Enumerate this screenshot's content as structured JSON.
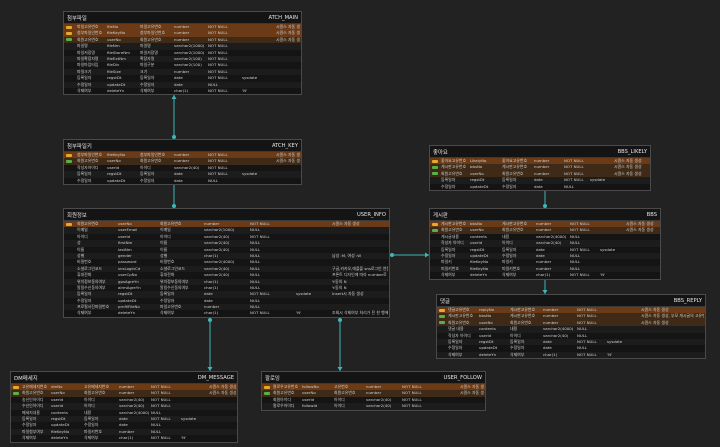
{
  "colors": {
    "background": "#222222",
    "pk_row": "#6b3b17",
    "pk_key_icon": "#e8a928",
    "fk_key_icon": "#58b04a",
    "connector": "#3fb6b6"
  },
  "entities": [
    {
      "id": "atch_main",
      "logical": "첨부파일",
      "physical": "ATCH_MAIN",
      "rows": [
        {
          "k": "pk",
          "l": "파일고유번호",
          "p": "fileNo",
          "d": "파일고유번호",
          "t": "number",
          "n": "NOT NULL",
          "x": "",
          "c": "시퀀스 자동 생성"
        },
        {
          "k": "pk",
          "l": "첨부파일인번호",
          "p": "fileKeyNo",
          "d": "첨부파일인번호",
          "t": "number",
          "n": "NOT NULL",
          "x": "",
          "c": "시퀀스 자동 생성"
        },
        {
          "k": "fk",
          "l": "회원고유번호",
          "p": "userNo",
          "d": "회원고유번호",
          "t": "number",
          "n": "NOT NULL",
          "x": "",
          "c": "시퀀스 자동 생성"
        },
        {
          "k": "",
          "l": "파일명",
          "p": "fileNm",
          "d": "파일명",
          "t": "varchar2(1000)",
          "n": "NOT NULL",
          "x": "",
          "c": ""
        },
        {
          "k": "",
          "l": "파일저장명",
          "p": "fileStoreNm",
          "d": "파일저장명",
          "t": "varchar2(1000)",
          "n": "NOT NULL",
          "x": "",
          "c": ""
        },
        {
          "k": "",
          "l": "파일확장자명",
          "p": "fileExtNm",
          "d": "확장자명",
          "t": "varchar2(100)",
          "n": "NOT NULL",
          "x": "",
          "c": ""
        },
        {
          "k": "",
          "l": "파일마임타입",
          "p": "fileDiv",
          "d": "파일구분",
          "t": "varchar2(100)",
          "n": "NOT NULL",
          "x": "",
          "c": ""
        },
        {
          "k": "",
          "l": "파일크기",
          "p": "fileSize",
          "d": "크기",
          "t": "number",
          "n": "NOT NULL",
          "x": "",
          "c": ""
        },
        {
          "k": "",
          "l": "등록일자",
          "p": "regstDt",
          "d": "등록일자",
          "t": "date",
          "n": "NOT NULL",
          "x": "sysdate",
          "c": ""
        },
        {
          "k": "",
          "l": "수정일자",
          "p": "updateDt",
          "d": "수정일자",
          "t": "date",
          "n": "NULL",
          "x": "",
          "c": ""
        },
        {
          "k": "",
          "l": "삭제여부",
          "p": "deleteYn",
          "d": "삭제여부",
          "t": "char(1)",
          "n": "NOT NULL",
          "x": "'N'",
          "c": ""
        }
      ]
    },
    {
      "id": "atch_key",
      "logical": "첨부파일키",
      "physical": "ATCH_KEY",
      "rows": [
        {
          "k": "pk",
          "l": "첨부파일인번호",
          "p": "fileKeyNo",
          "d": "첨부파일인번호",
          "t": "number",
          "n": "NOT NULL",
          "x": "",
          "c": "시퀀스 자동 생성"
        },
        {
          "k": "fk",
          "l": "회원고유번호",
          "p": "userNo",
          "d": "회원고유번호",
          "t": "number",
          "n": "NOT NULL",
          "x": "",
          "c": "시퀀스 자동 생성"
        },
        {
          "k": "",
          "l": "작성자아이디",
          "p": "userId",
          "d": "아이디",
          "t": "varchar2(40)",
          "n": "NOT NULL",
          "x": "",
          "c": ""
        },
        {
          "k": "",
          "l": "등록일자",
          "p": "regstDt",
          "d": "등록일자",
          "t": "date",
          "n": "NOT NULL",
          "x": "sysdate",
          "c": ""
        },
        {
          "k": "",
          "l": "수정일자",
          "p": "updateDt",
          "d": "수정일자",
          "t": "date",
          "n": "NULL",
          "x": "",
          "c": ""
        }
      ]
    },
    {
      "id": "user_info",
      "logical": "회원정보",
      "physical": "USER_INFO",
      "rows": [
        {
          "k": "pk",
          "l": "회원고유번호",
          "p": "userNo",
          "d": "회원고유번호",
          "t": "number",
          "n": "NOT NULL",
          "x": "",
          "c": "시퀀스 자동 생성"
        },
        {
          "k": "",
          "l": "이메일",
          "p": "userEmail",
          "d": "이메일",
          "t": "varchar2(1000)",
          "n": "NULL",
          "x": "",
          "c": ""
        },
        {
          "k": "",
          "l": "아이디",
          "p": "userId",
          "d": "아이디",
          "t": "varchar2(40)",
          "n": "NOT NULL",
          "x": "",
          "c": ""
        },
        {
          "k": "",
          "l": "성",
          "p": "firstNm",
          "d": "이름",
          "t": "varchar2(40)",
          "n": "NULL",
          "x": "",
          "c": ""
        },
        {
          "k": "",
          "l": "이름",
          "p": "lastNm",
          "d": "이름",
          "t": "varchar2(40)",
          "n": "NULL",
          "x": "",
          "c": ""
        },
        {
          "k": "",
          "l": "성별",
          "p": "gender",
          "d": "성별",
          "t": "char(1)",
          "n": "NULL",
          "x": "",
          "c": "남성 :M, 여성 :W"
        },
        {
          "k": "",
          "l": "비밀번호",
          "p": "password",
          "d": "비밀번호",
          "t": "varchar2(4000)",
          "n": "NULL",
          "x": "",
          "c": ""
        },
        {
          "k": "",
          "l": "소셜로그인코드",
          "p": "snsLoginCd",
          "d": "소셜로그인코드",
          "t": "varchar2(40)",
          "n": "NULL",
          "x": "",
          "c": "구글,카카오,애플을 sns로그인 연동시킬 예정임(cd 키값)"
        },
        {
          "k": "",
          "l": "휴대전화",
          "p": "userCpNo",
          "d": "휴대전화",
          "t": "varchar2(40)",
          "n": "NULL",
          "x": "",
          "c": "프론트 디자인에 따라 number로 바뀔 수 있음"
        },
        {
          "k": "",
          "l": "위치정보동의여부",
          "p": "gpsAgreYn",
          "d": "위치정보동의여부",
          "t": "char(1)",
          "n": "NULL",
          "x": "",
          "c": "Y:동의 N"
        },
        {
          "k": "",
          "l": "알림수신동의여부",
          "p": "alrmAgreYn",
          "d": "알림수신동의여부",
          "t": "char(1)",
          "n": "NULL",
          "x": "",
          "c": "Y:동의 N"
        },
        {
          "k": "",
          "l": "등록일자",
          "p": "regstDt",
          "d": "등록일자",
          "t": "date",
          "n": "NOT NULL",
          "x": "sysdate",
          "c": "Insert시 자동 생성"
        },
        {
          "k": "",
          "l": "수정일자",
          "p": "updateDt",
          "d": "수정일자",
          "t": "date",
          "n": "NULL",
          "x": "",
          "c": ""
        },
        {
          "k": "",
          "l": "프로필사진파일번호",
          "p": "prnfilFileNo",
          "d": "파일고유번호",
          "t": "number",
          "n": "NULL",
          "x": "",
          "c": ""
        },
        {
          "k": "",
          "l": "삭제여부",
          "p": "deleteYn",
          "d": "삭제여부",
          "t": "char(1)",
          "n": "NOT NULL",
          "x": "'N'",
          "c": "조회시 삭제여부 처리가 된 한 행에 대한 가져오도록 처리"
        }
      ]
    },
    {
      "id": "bbs_likely",
      "logical": "좋아요",
      "physical": "BBS_LIKELY",
      "rows": [
        {
          "k": "pk",
          "l": "좋아요고유번호",
          "p": "LikelyNo",
          "d": "좋아요고유번호",
          "t": "number",
          "n": "NOT NULL",
          "x": "",
          "c": "시퀀스 자동 생성"
        },
        {
          "k": "fk",
          "l": "게시판고유번호",
          "p": "bbsNo",
          "d": "게시판고유번호",
          "t": "number",
          "n": "NOT NULL",
          "x": "",
          "c": "시퀀스 자동 생성"
        },
        {
          "k": "fk",
          "l": "회원고유번호",
          "p": "userNo",
          "d": "회원고유번호",
          "t": "number",
          "n": "NOT NULL",
          "x": "",
          "c": "시퀀스 자동 생성"
        },
        {
          "k": "",
          "l": "등록일자",
          "p": "regstDt",
          "d": "등록일자",
          "t": "date",
          "n": "NOT NULL",
          "x": "sysdate",
          "c": ""
        },
        {
          "k": "",
          "l": "수정일자",
          "p": "updateDt",
          "d": "수정일자",
          "t": "date",
          "n": "NULL",
          "x": "",
          "c": ""
        }
      ]
    },
    {
      "id": "bbs",
      "logical": "게시판",
      "physical": "BBS",
      "rows": [
        {
          "k": "pk",
          "l": "게시판고유번호",
          "p": "bbsNo",
          "d": "게시판고유번호",
          "t": "number",
          "n": "NOT NULL",
          "x": "",
          "c": "시퀀스 자동 생성"
        },
        {
          "k": "fk",
          "l": "회원고유번호",
          "p": "userNo",
          "d": "회원고유번호",
          "t": "number",
          "n": "NOT NULL",
          "x": "",
          "c": "시퀀스 자동 생성"
        },
        {
          "k": "",
          "l": "게시글내용",
          "p": "contents",
          "d": "내용",
          "t": "varchar2(4000)",
          "n": "NULL",
          "x": "",
          "c": ""
        },
        {
          "k": "",
          "l": "작성자 아이디",
          "p": "userId",
          "d": "아이디",
          "t": "varchar2(40)",
          "n": "NULL",
          "x": "",
          "c": ""
        },
        {
          "k": "",
          "l": "등록일자",
          "p": "regstDt",
          "d": "등록일자",
          "t": "date",
          "n": "NOT NULL",
          "x": "sysdate",
          "c": ""
        },
        {
          "k": "",
          "l": "수정일자",
          "p": "updateDt",
          "d": "수정일자",
          "t": "date",
          "n": "NULL",
          "x": "",
          "c": ""
        },
        {
          "k": "",
          "l": "파일키",
          "p": "fileKeyNo",
          "d": "파일키",
          "t": "number",
          "n": "NULL",
          "x": "",
          "c": ""
        },
        {
          "k": "",
          "l": "피일키번호",
          "p": "fileKeyNo",
          "d": "피일키번호",
          "t": "number",
          "n": "NULL",
          "x": "",
          "c": ""
        },
        {
          "k": "",
          "l": "삭제여부",
          "p": "deleteYn",
          "d": "삭제여부",
          "t": "char(1)",
          "n": "NOT NULL",
          "x": "'N'",
          "c": ""
        }
      ]
    },
    {
      "id": "bbs_reply",
      "logical": "댓글",
      "physical": "BBS_REPLY",
      "rows": [
        {
          "k": "pk",
          "l": "댓글고유번호",
          "p": "replyNo",
          "d": "게시판고유번호",
          "t": "number",
          "n": "NOT NULL",
          "x": "",
          "c": "시퀀스 자동 생성"
        },
        {
          "k": "fk",
          "l": "게시판고유번호",
          "p": "bbsNo",
          "d": "게시판고유번호",
          "t": "number",
          "n": "NOT NULL",
          "x": "",
          "c": "시퀀스 자동 생성, 부모 게시글의 고유번호"
        },
        {
          "k": "fk",
          "l": "회원고유번호",
          "p": "userNo",
          "d": "회원고유번호",
          "t": "number",
          "n": "NOT NULL",
          "x": "",
          "c": "시퀀스 자동 생성"
        },
        {
          "k": "",
          "l": "댓글 내용",
          "p": "contents",
          "d": "내용",
          "t": "varchar2(4000)",
          "n": "NULL",
          "x": "",
          "c": ""
        },
        {
          "k": "",
          "l": "작성자 아이디",
          "p": "userId",
          "d": "아이디",
          "t": "varchar2(40)",
          "n": "NULL",
          "x": "",
          "c": ""
        },
        {
          "k": "",
          "l": "등록일자",
          "p": "regstDt",
          "d": "등록일자",
          "t": "date",
          "n": "NOT NULL",
          "x": "sysdate",
          "c": ""
        },
        {
          "k": "",
          "l": "수정일자",
          "p": "updateDt",
          "d": "수정일자",
          "t": "date",
          "n": "NULL",
          "x": "",
          "c": ""
        },
        {
          "k": "",
          "l": "삭제여부",
          "p": "deleteYn",
          "d": "삭제여부",
          "t": "char(1)",
          "n": "NOT NULL",
          "x": "'N'",
          "c": ""
        }
      ]
    },
    {
      "id": "dm_message",
      "logical": "DM메세지",
      "physical": "DM_MESSAGE",
      "rows": [
        {
          "k": "pk",
          "l": "고유메세지번호",
          "p": "dmNo",
          "d": "고유메세지번호",
          "t": "number",
          "n": "NOT NULL",
          "x": "",
          "c": "시퀀스 자동 생성"
        },
        {
          "k": "fk",
          "l": "회원고유번호",
          "p": "userNo",
          "d": "회원고유번호",
          "t": "number",
          "n": "NOT NULL",
          "x": "",
          "c": "시퀀스 자동 생성"
        },
        {
          "k": "",
          "l": "송신인아이디",
          "p": "userId",
          "d": "아이디",
          "t": "varchar2(40)",
          "n": "NOT NULL",
          "x": "",
          "c": ""
        },
        {
          "k": "",
          "l": "수신인아이디",
          "p": "userId",
          "d": "아이디",
          "t": "varchar2(40)",
          "n": "NOT NULL",
          "x": "",
          "c": ""
        },
        {
          "k": "",
          "l": "메세지내용",
          "p": "contents",
          "d": "내용",
          "t": "varchar2(4000)",
          "n": "NULL",
          "x": "",
          "c": ""
        },
        {
          "k": "",
          "l": "등록일자",
          "p": "regstDt",
          "d": "등록일자",
          "t": "date",
          "n": "NOT NULL",
          "x": "sysdate",
          "c": ""
        },
        {
          "k": "",
          "l": "수정일자",
          "p": "updateDt",
          "d": "수정일자",
          "t": "date",
          "n": "NULL",
          "x": "",
          "c": ""
        },
        {
          "k": "",
          "l": "파일첨부여부",
          "p": "fileKeyNo",
          "d": "파일키번호",
          "t": "number",
          "n": "NULL",
          "x": "",
          "c": ""
        },
        {
          "k": "",
          "l": "삭제여부",
          "p": "deleteYn",
          "d": "삭제여부",
          "t": "char(1)",
          "n": "NOT NULL",
          "x": "'N'",
          "c": ""
        }
      ]
    },
    {
      "id": "user_follow",
      "logical": "팔로잉",
      "physical": "USER_FOLLOW",
      "rows": [
        {
          "k": "pk",
          "l": "팔로우고유번호",
          "p": "followNo",
          "d": "고유번호",
          "t": "number",
          "n": "NOT NULL",
          "x": "",
          "c": "시퀀스 자동 생성"
        },
        {
          "k": "fk",
          "l": "회원고유번호",
          "p": "userNo",
          "d": "회원고유번호",
          "t": "number",
          "n": "NOT NULL",
          "x": "",
          "c": "시퀀스 자동 생성"
        },
        {
          "k": "",
          "l": "회원아이디",
          "p": "userId",
          "d": "아이디",
          "t": "varchar2(40)",
          "n": "NOT NULL",
          "x": "",
          "c": ""
        },
        {
          "k": "",
          "l": "팔로우아이디",
          "p": "followId",
          "d": "아이디",
          "t": "varchar2(40)",
          "n": "NOT NULL",
          "x": "",
          "c": ""
        }
      ]
    }
  ]
}
